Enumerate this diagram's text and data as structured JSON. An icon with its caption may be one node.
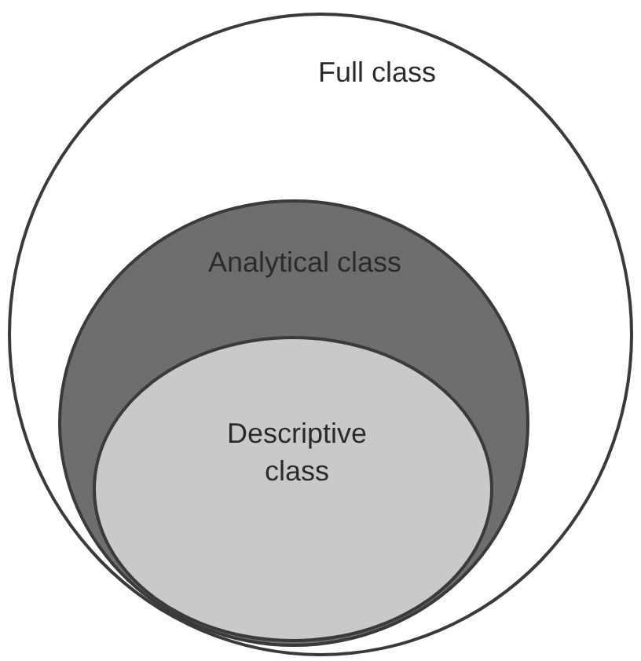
{
  "diagram": {
    "nodes": [
      {
        "text": [
          "Full class"
        ]
      },
      {
        "text": [
          "Analytical class"
        ],
        "in": 0
      },
      {
        "text": [
          "Descriptive class"
        ],
        "in": 1
      }
    ]
  }
}
